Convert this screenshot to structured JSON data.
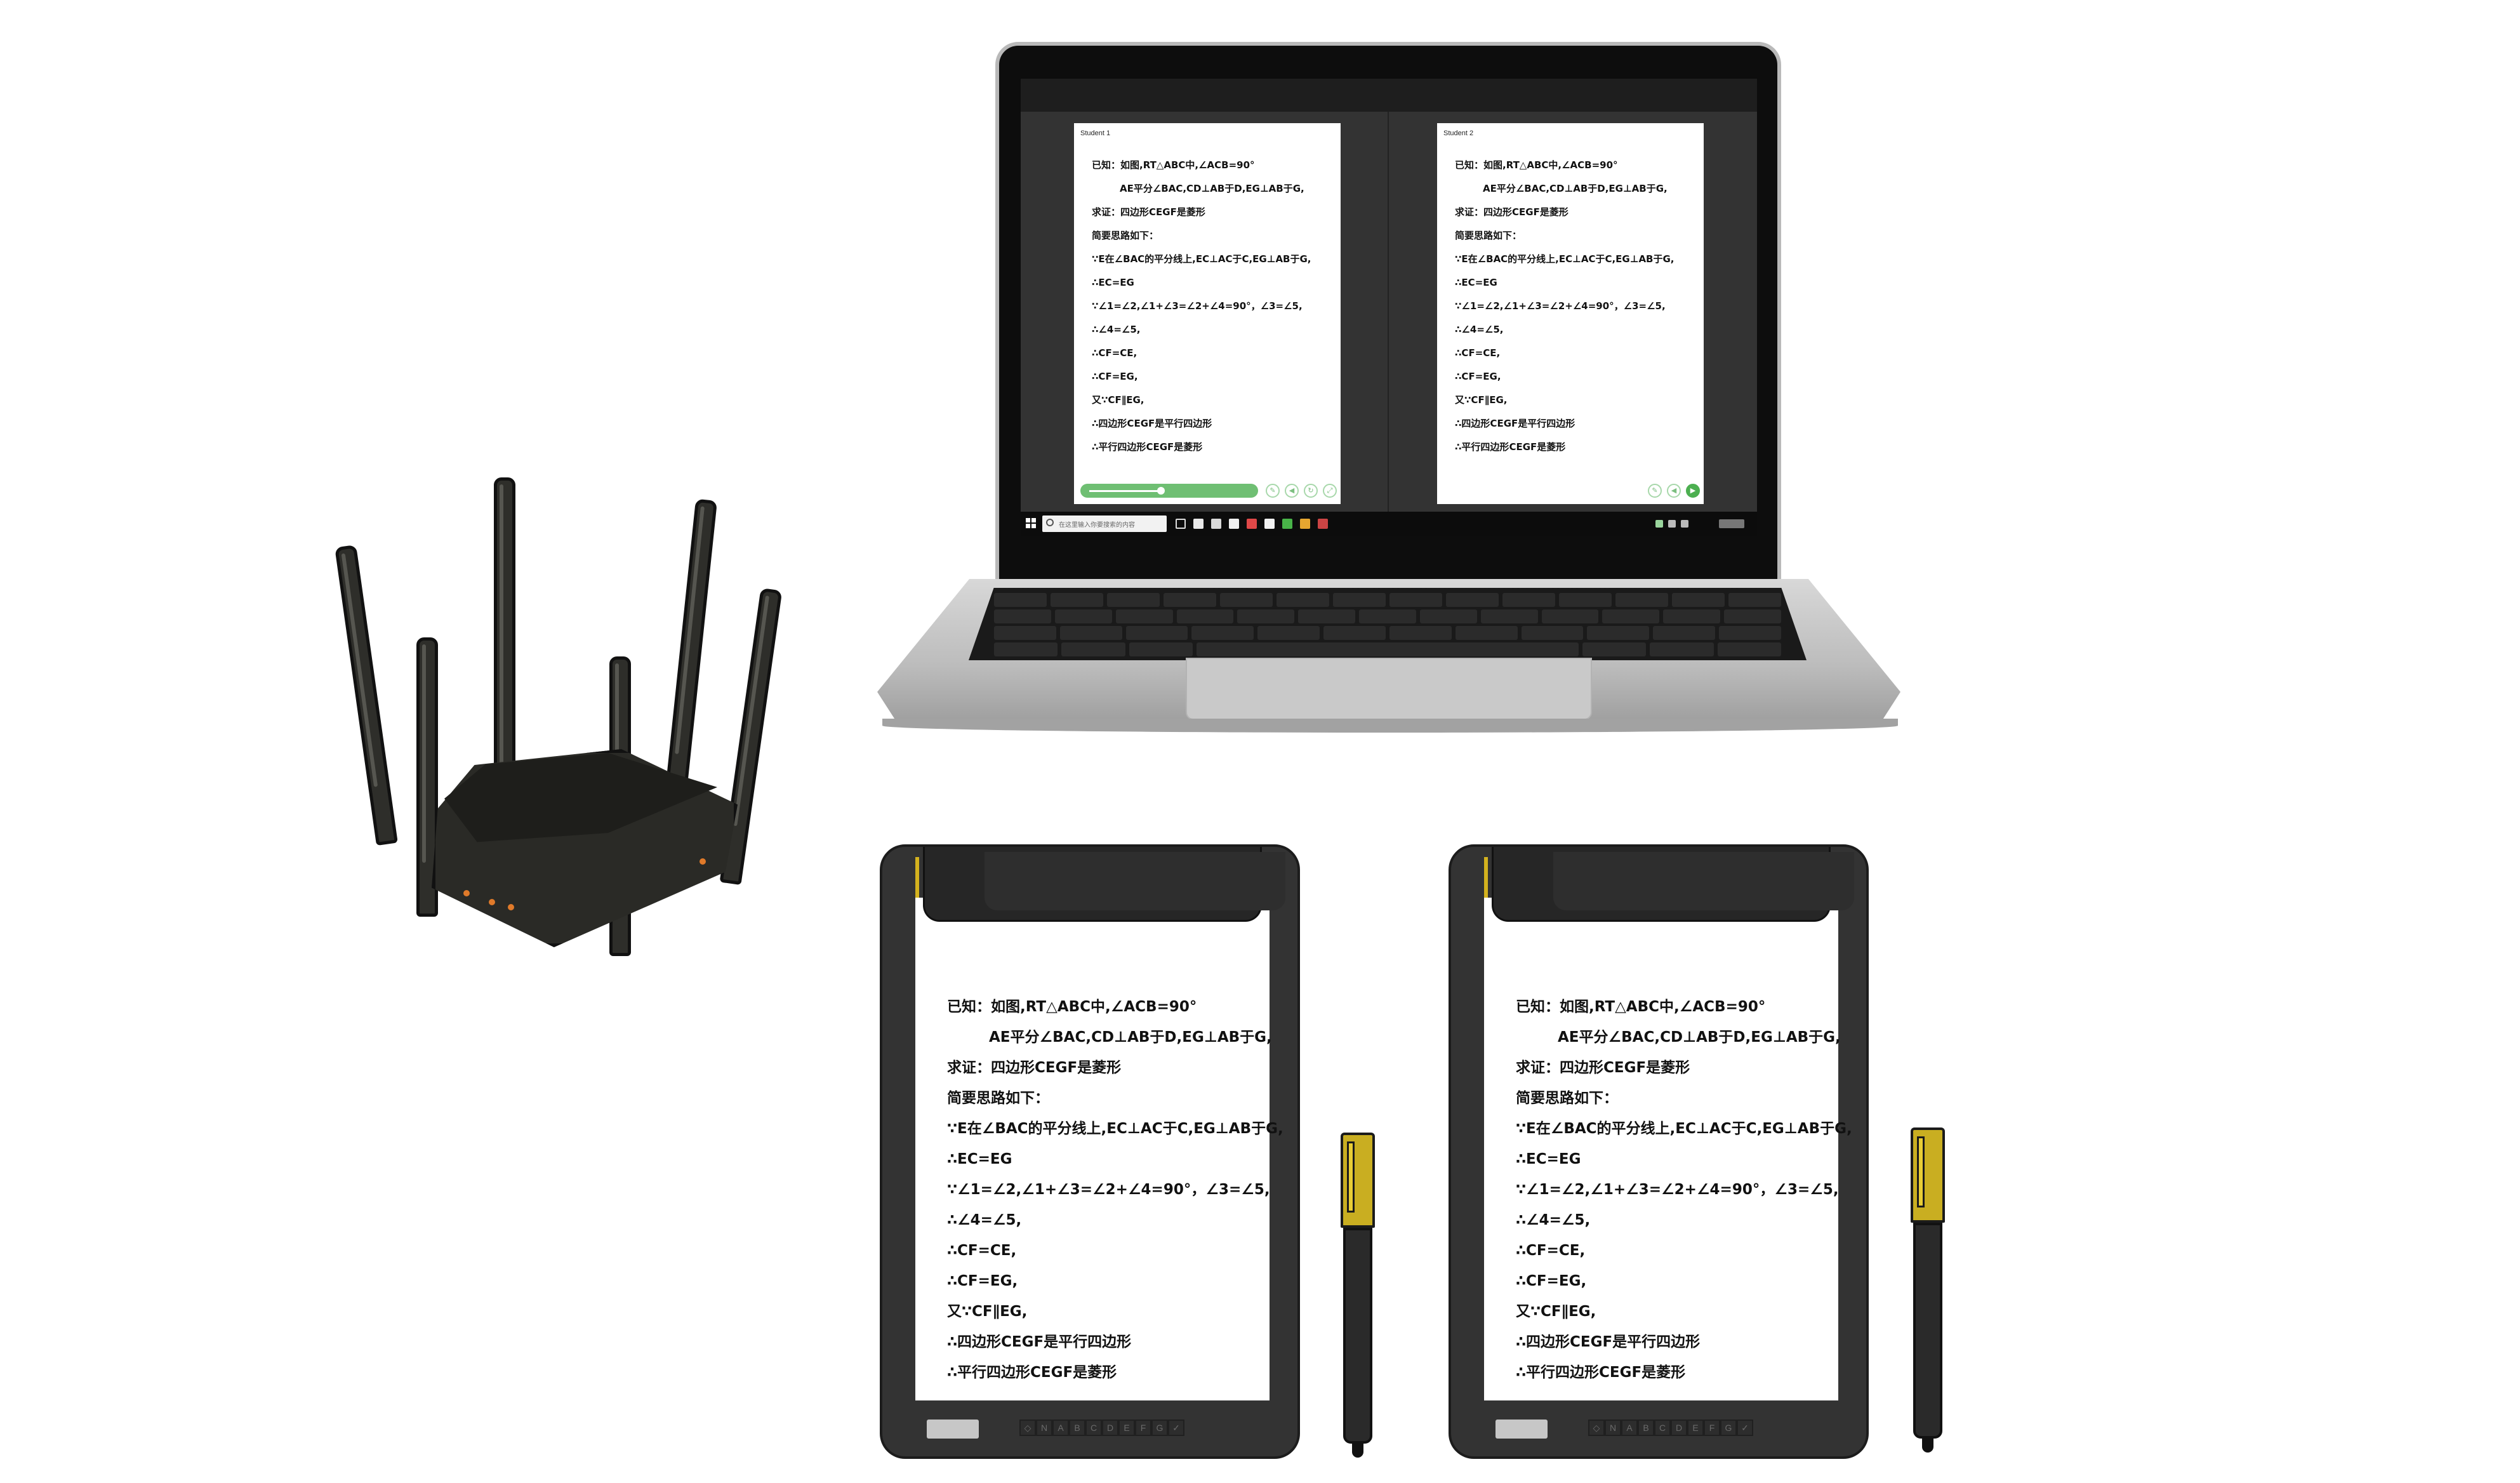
{
  "laptop": {
    "student_1_label": "Student    1",
    "student_2_label": "Student    2",
    "search_placeholder": "在这里输入你要搜索的内容",
    "accent_color": "#4caf50",
    "playback_progress": 0.45
  },
  "worksheet": {
    "lines": [
      {
        "text": "已知：如图,RT△ABC中,∠ACB=90°",
        "indent": false
      },
      {
        "text": "AE平分∠BAC,CD⊥AB于D,EG⊥AB于G,",
        "indent": true
      },
      {
        "text": "求证：四边形CEGF是菱形",
        "indent": false
      },
      {
        "text": "简要思路如下：",
        "indent": false
      },
      {
        "text": "∵E在∠BAC的平分线上,EC⊥AC于C,EG⊥AB于G,",
        "indent": false
      },
      {
        "text": "∴EC=EG",
        "indent": false
      },
      {
        "text": "∵∠1=∠2,∠1+∠3=∠2+∠4=90°，∠3=∠5,",
        "indent": false
      },
      {
        "text": "∴∠4=∠5,",
        "indent": false
      },
      {
        "text": "∴CF=CE,",
        "indent": false
      },
      {
        "text": "∴CF=EG,",
        "indent": false
      },
      {
        "text": "又∵CF∥EG,",
        "indent": false
      },
      {
        "text": "∴四边形CEGF是平行四边形",
        "indent": false
      },
      {
        "text": "∴平行四边形CEGF是菱形",
        "indent": false
      }
    ]
  },
  "tablet": {
    "buttons": [
      "◇",
      "N",
      "A",
      "B",
      "C",
      "D",
      "E",
      "F",
      "G",
      "✓"
    ],
    "accent_color": "#d4b21e"
  }
}
